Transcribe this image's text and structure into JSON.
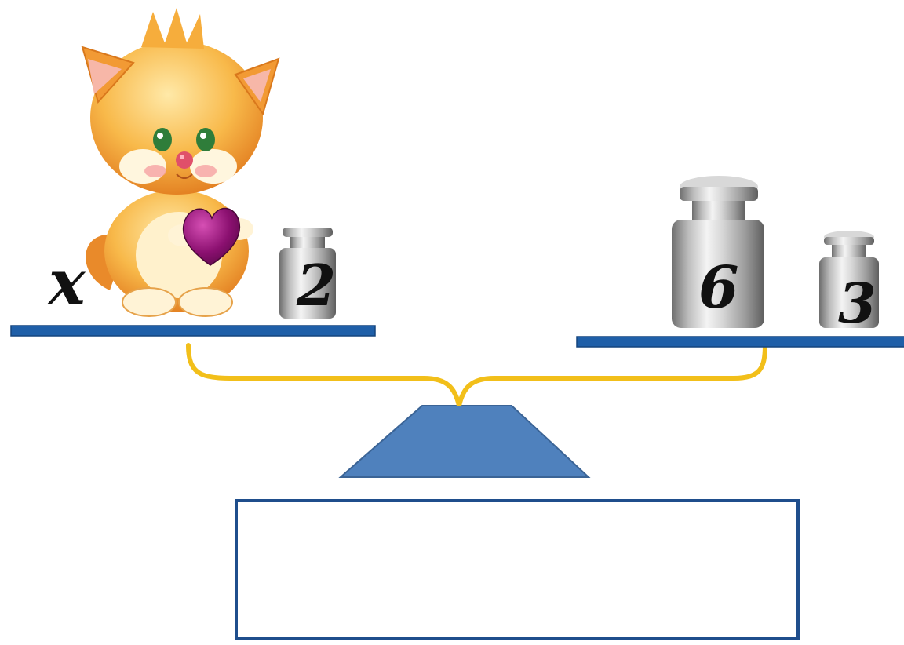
{
  "left_pan": {
    "unknown_label": "x",
    "weight_label": "2"
  },
  "right_pan": {
    "weight_large_label": "6",
    "weight_small_label": "3"
  },
  "answer_box": {
    "value": ""
  },
  "colors": {
    "pan": "#1f5fa8",
    "arm": "#f2bf1a",
    "stand": "#4f81bd",
    "stand_outline": "#3b6496",
    "answer_border": "#1f4e8c",
    "kitten_fur": "#f5a33a",
    "heart": "#8b1070"
  },
  "icons": [
    "kitten-holding-heart-icon",
    "metal-weight-icon"
  ]
}
